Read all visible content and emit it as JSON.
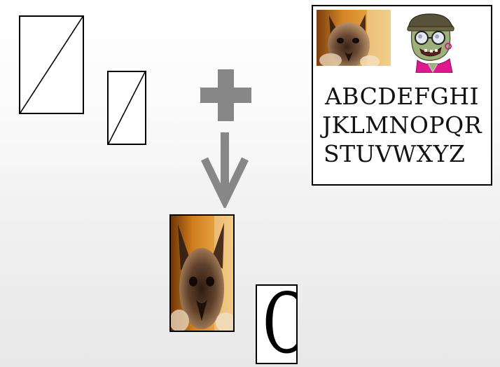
{
  "alphabet": {
    "line1": "ABCDEFGHI",
    "line2": "JKLMNOPQR",
    "line3": "STUVWXYZ"
  },
  "result_letter": "C",
  "icons": {
    "plus": "plus-icon",
    "arrow": "arrow-down-icon",
    "cat": "siamese-cat-image",
    "zombie": "zombie-image"
  },
  "colors": {
    "operator_gray": "#878787",
    "frame": "#000000"
  }
}
